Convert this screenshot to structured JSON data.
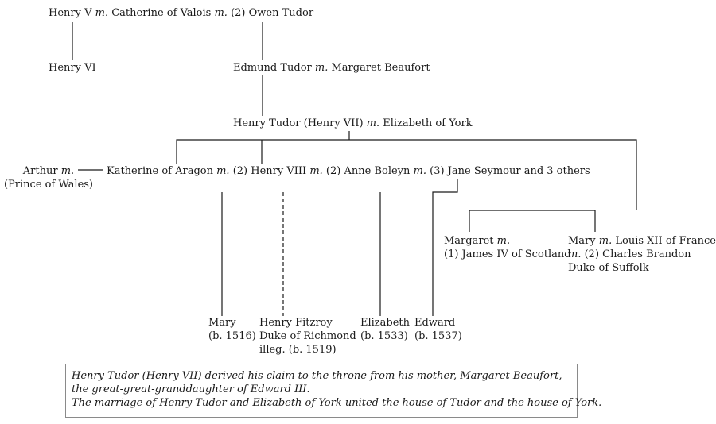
{
  "people": {
    "henry_v": "Henry V",
    "catherine_valois": "Catherine of Valois",
    "owen_tudor": "Owen Tudor",
    "henry_vi": "Henry VI",
    "edmund_tudor": "Edmund Tudor",
    "margaret_beaufort": "Margaret Beaufort",
    "henry_vii": "Henry Tudor (Henry VII)",
    "elizabeth_york": "Elizabeth of York",
    "arthur": "Arthur",
    "arthur_title": "(Prince of Wales)",
    "katherine_aragon": "Katherine of Aragon",
    "henry_viii": "Henry VIII",
    "anne_boleyn": "Anne Boleyn",
    "jane_seymour": "Jane Seymour and 3 others",
    "margaret": "Margaret",
    "margaret_husband": "(1) James IV of Scotland",
    "mary_sister": "Mary",
    "louis_xii": "Louis XII of France",
    "charles_brandon": "(2) Charles Brandon",
    "duke_suffolk": "Duke of Suffolk",
    "mary_child": "Mary",
    "mary_birth": "(b. 1516)",
    "fitzroy": "Henry Fitzroy",
    "fitzroy_title": "Duke of Richmond",
    "fitzroy_birth": "illeg. (b. 1519)",
    "elizabeth": "Elizabeth",
    "elizabeth_birth": "(b. 1533)",
    "edward": "Edward",
    "edward_birth": "(b. 1537)"
  },
  "marks": {
    "m": "m.",
    "m2": "(2)",
    "m3": "(3)"
  },
  "note": {
    "line1": "Henry Tudor (Henry VII) derived his claim to the throne from his mother, Margaret Beaufort,",
    "line2": "the great-great-granddaughter of Edward III.",
    "line3": "The marriage of Henry Tudor and Elizabeth of York united the house of Tudor and the house of York."
  }
}
